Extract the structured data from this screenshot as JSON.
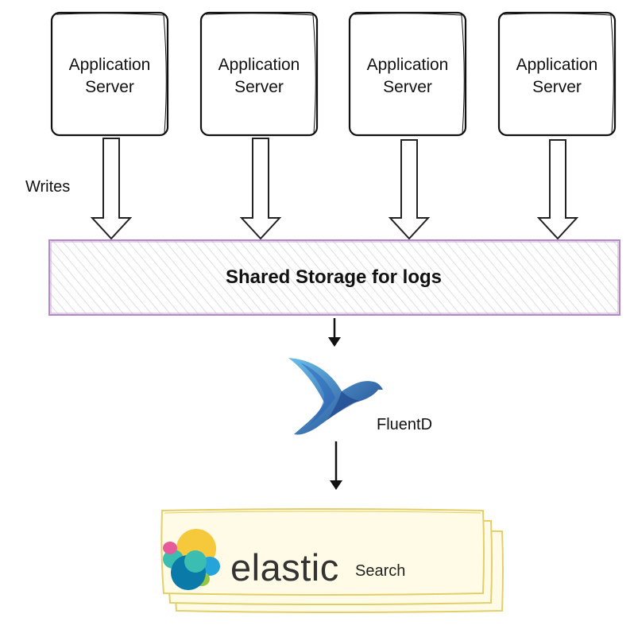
{
  "servers": [
    {
      "line1": "Application",
      "line2": "Server"
    },
    {
      "line1": "Application",
      "line2": "Server"
    },
    {
      "line1": "Application",
      "line2": "Server"
    },
    {
      "line1": "Application",
      "line2": "Server"
    }
  ],
  "writes_label": "Writes",
  "storage": {
    "label": "Shared Storage for logs",
    "border_color": "#b48ac4",
    "hatch_color": "#cfcfd6"
  },
  "fluentd": {
    "label": "FluentD",
    "bird_colors": [
      "#2a63b8",
      "#4fa3da",
      "#1b3f8a"
    ]
  },
  "elastic": {
    "brand": "elastic",
    "suffix": "Search",
    "box_border_color": "#e2cf6a",
    "box_fill_color": "#fffbe6",
    "logo_colors": [
      "#f6c93d",
      "#e55b9c",
      "#3bbeb1",
      "#24a4d8",
      "#93c83e",
      "#0a7aa8"
    ]
  }
}
